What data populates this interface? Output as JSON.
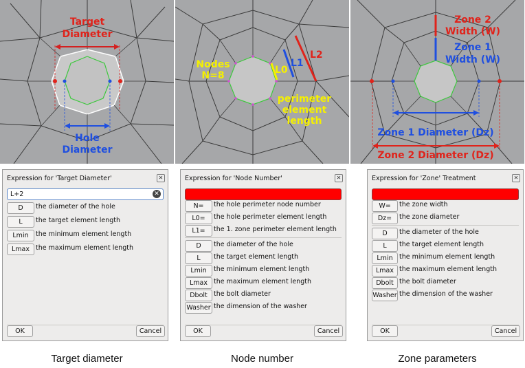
{
  "panels": [
    {
      "labels": {
        "target": "Target",
        "diameter": "Diameter",
        "hole": "Hole",
        "hole_diameter": "Diameter"
      }
    },
    {
      "labels": {
        "nodes": "Nodes",
        "n8": "N=8",
        "l0": "L0",
        "l1": "L1",
        "l2": "L2",
        "perimeter": "perimeter",
        "element": "element",
        "length": "length"
      }
    },
    {
      "labels": {
        "zone2": "Zone 2",
        "width_w": "Width (W)",
        "zone1": "Zone 1",
        "width_w2": "Width (W)",
        "zone1_diameter": "Zone 1 Diameter (Dz)",
        "zone2_diameter": "Zone 2 Diameter (Dz)"
      }
    }
  ],
  "dialogs": [
    {
      "title": "Expression for 'Target Diameter'",
      "expression": "L+2",
      "rows": [
        {
          "button": "D",
          "desc": "the diameter of the hole"
        },
        {
          "button": "L",
          "desc": "the target element length"
        },
        {
          "button": "Lmin",
          "desc": "the minimum element length"
        },
        {
          "button": "Lmax",
          "desc": "the maximum element length"
        }
      ],
      "ok": "OK",
      "cancel": "Cancel"
    },
    {
      "title": "Expression for 'Node Number'",
      "expression": "",
      "rows_top": [
        {
          "button": "N=",
          "desc": "the hole perimeter node number"
        },
        {
          "button": "L0=",
          "desc": "the hole perimeter element length"
        },
        {
          "button": "L1=",
          "desc": "the 1. zone perimeter element length"
        }
      ],
      "rows": [
        {
          "button": "D",
          "desc": "the diameter of the hole"
        },
        {
          "button": "L",
          "desc": "the target element length"
        },
        {
          "button": "Lmin",
          "desc": "the minimum element length"
        },
        {
          "button": "Lmax",
          "desc": "the maximum element length"
        },
        {
          "button": "Dbolt",
          "desc": "the bolt diameter"
        },
        {
          "button": "Washer",
          "desc": "the dimension of the washer"
        }
      ],
      "ok": "OK",
      "cancel": "Cancel"
    },
    {
      "title": "Expression for 'Zone' Treatment",
      "expression": "",
      "rows_top": [
        {
          "button": "W=",
          "desc": "the zone width"
        },
        {
          "button": "Dz=",
          "desc": "the zone diameter"
        }
      ],
      "rows": [
        {
          "button": "D",
          "desc": "the diameter of the hole"
        },
        {
          "button": "L",
          "desc": "the target element length"
        },
        {
          "button": "Lmin",
          "desc": "the minimum element length"
        },
        {
          "button": "Lmax",
          "desc": "the maximum element length"
        },
        {
          "button": "Dbolt",
          "desc": "the bolt diameter"
        },
        {
          "button": "Washer",
          "desc": "the dimension of the washer"
        }
      ],
      "ok": "OK",
      "cancel": "Cancel"
    }
  ],
  "captions": [
    "Target diameter",
    "Node number",
    "Zone parameters"
  ],
  "colors": {
    "mesh_bg": "#a6a7a9",
    "red": "#e0231b",
    "blue": "#1f4fe0",
    "yellow": "#f5f000",
    "error_field": "#ff0000"
  }
}
